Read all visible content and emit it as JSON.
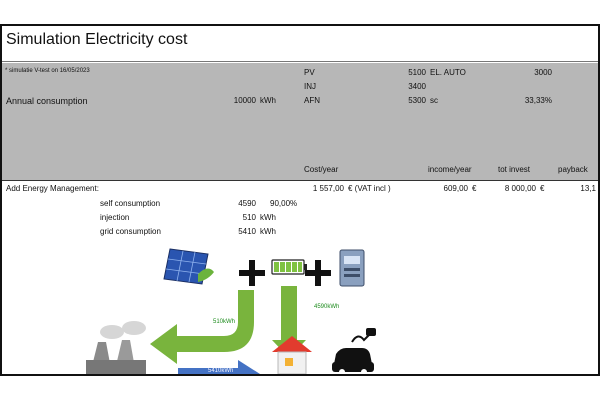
{
  "title": "Simulation Electricity cost",
  "header": {
    "version_note": "* simulatie V-test on 16/05/2023",
    "annual_label": "Annual consumption",
    "annual_value": "10000",
    "annual_unit": "kWh",
    "rows": [
      {
        "label": "PV",
        "value": "5100",
        "extra": "EL. AUTO",
        "extra_value": "3000"
      },
      {
        "label": "INJ",
        "value": "3400",
        "extra": "",
        "extra_value": ""
      },
      {
        "label": "AFN",
        "value": "5300",
        "extra": "sc",
        "extra_value": "33,33%"
      }
    ],
    "columns": {
      "cost": "Cost/year",
      "income": "income/year",
      "invest": "tot invest",
      "payback": "payback"
    }
  },
  "em": {
    "label": "Add Energy Management:",
    "cost": "1 557,00",
    "cost_unit": "€  (VAT incl )",
    "income": "609,00",
    "income_unit": "€",
    "invest": "8 000,00",
    "invest_unit": "€",
    "payback": "13,1",
    "rows": [
      {
        "label": "self consumption",
        "value": "4590",
        "extra": "90,00%"
      },
      {
        "label": "injection",
        "value": "510",
        "extra": "kWh"
      },
      {
        "label": "grid consumption",
        "value": "5410",
        "extra": "kWh"
      }
    ]
  },
  "diagram": {
    "flow_left": "510kWh",
    "flow_down": "4590kWh",
    "flow_blue": "5410kWh",
    "icons": [
      "solar-panel-icon",
      "plus-icon",
      "battery-icon",
      "plus-icon",
      "energy-meter-icon",
      "factory-icon",
      "house-icon",
      "electric-car-icon"
    ],
    "colors": {
      "green": "#79b43d",
      "blue": "#4472c4",
      "grey": "#b7b7b7",
      "battery": "#7fc241"
    }
  }
}
